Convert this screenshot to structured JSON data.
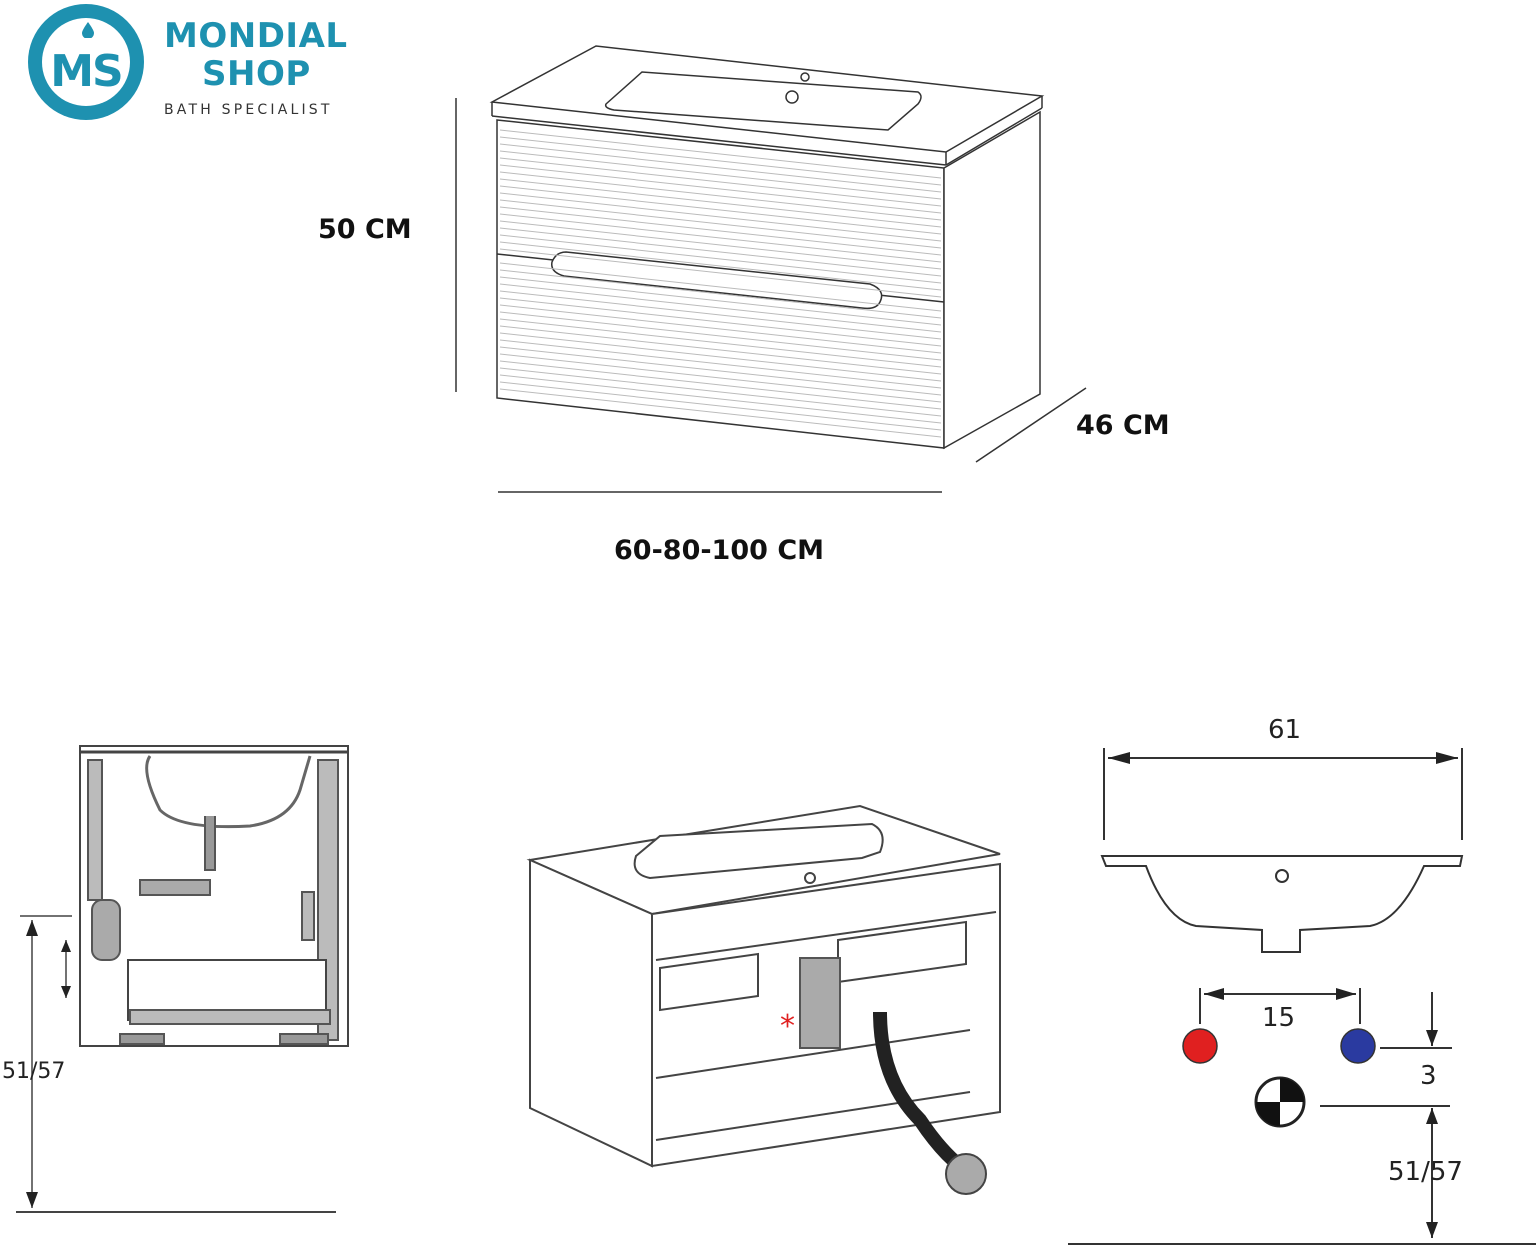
{
  "brand": {
    "logo_text": "MS",
    "name_line1": "MONDIAL",
    "name_line2": "SHOP",
    "tagline": "BATH SPECIALIST",
    "color": "#1e91b0"
  },
  "dimensions": {
    "height": "50 CM",
    "depth": "46 CM",
    "width": "60-80-100 CM"
  },
  "side_view": {
    "drain_height": "51/57"
  },
  "front_view": {
    "marker": "*",
    "marker_color": "#e02020"
  },
  "basin_specs": {
    "basin_width": "61",
    "tap_spacing": "15",
    "vertical_offset": "3",
    "drain_height": "51/57",
    "hot_color": "#e02020",
    "cold_color": "#2a3aa0"
  }
}
